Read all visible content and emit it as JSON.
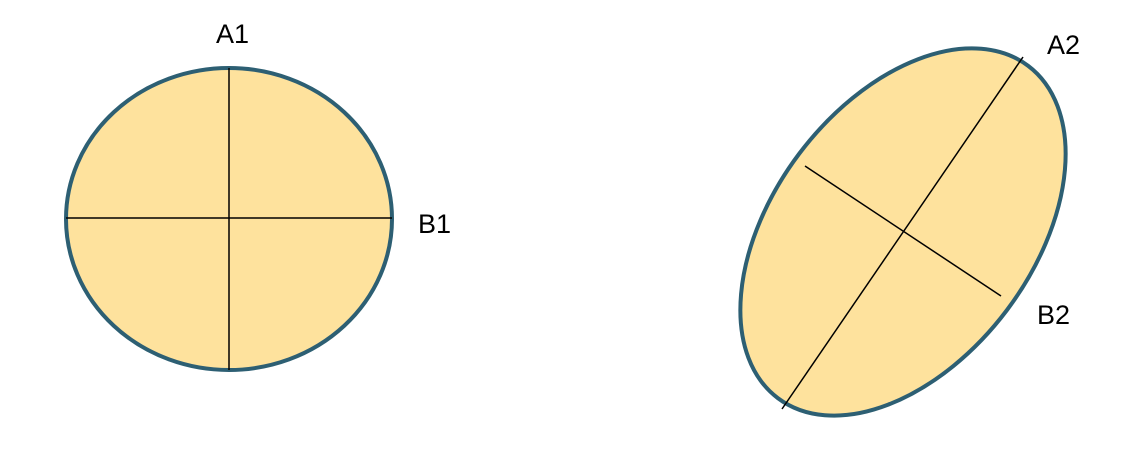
{
  "colors": {
    "fill": "#FEE29D",
    "stroke": "#2D5F73",
    "axis": "#000000"
  },
  "left_shape": {
    "name": "left-ellipse",
    "labels": {
      "vertical_axis": "A1",
      "horizontal_axis": "B1"
    }
  },
  "right_shape": {
    "name": "right-ellipse",
    "labels": {
      "long_axis": "A2",
      "short_axis": "B2"
    }
  }
}
